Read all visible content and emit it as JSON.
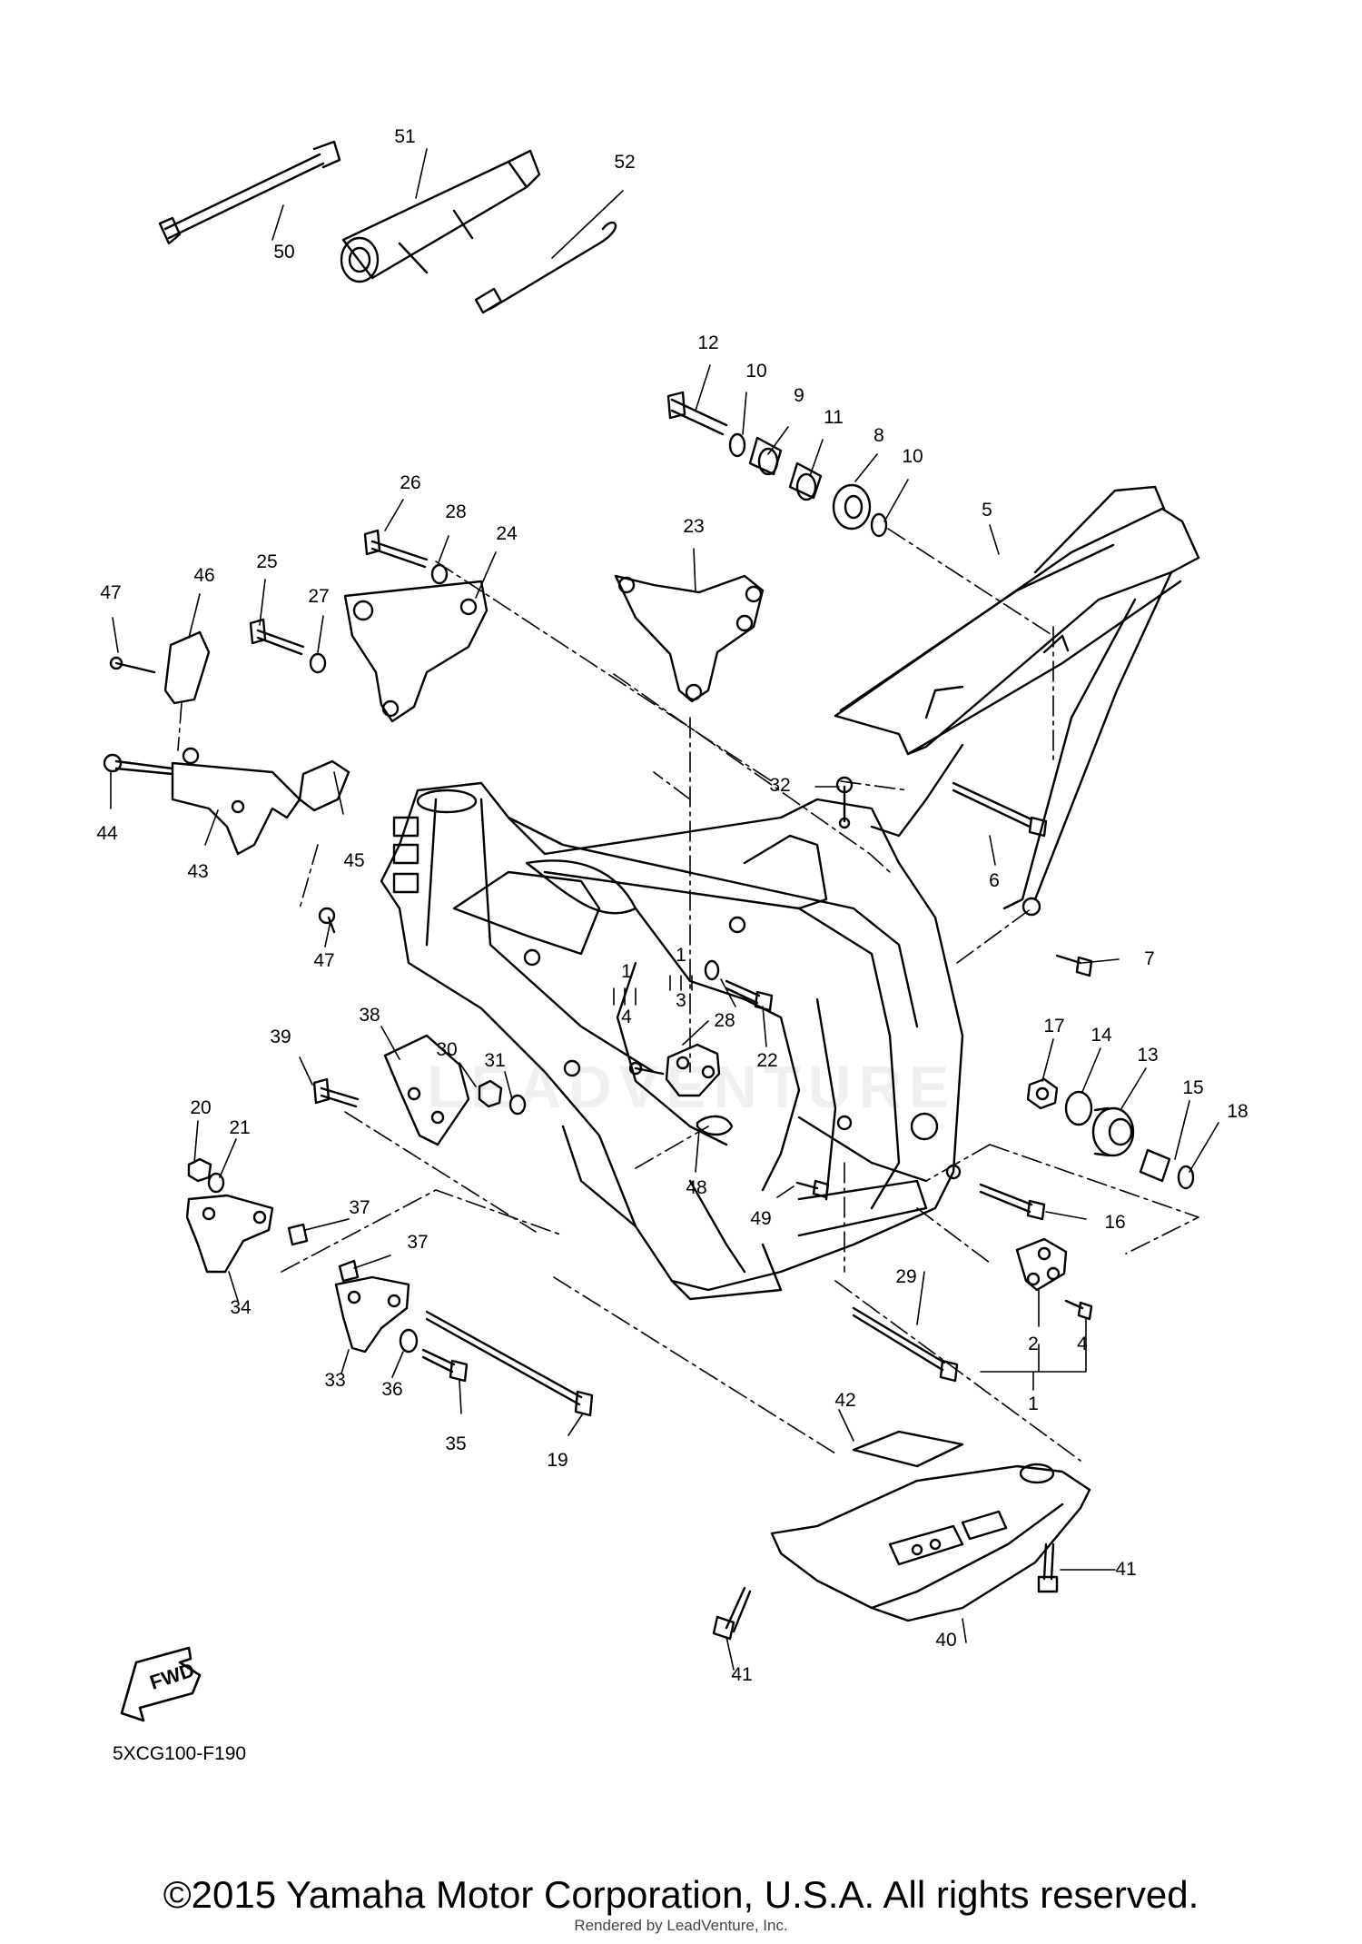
{
  "diagram": {
    "code": "5XCG100-F190",
    "fwd_label": "FWD",
    "watermark": "LEADVENTURE",
    "copyright": "©2015 Yamaha Motor Corporation, U.S.A. All rights reserved.",
    "render_credit": "Rendered by LeadVenture, Inc.",
    "callouts": [
      {
        "id": "50",
        "text": "50"
      },
      {
        "id": "51",
        "text": "51"
      },
      {
        "id": "52",
        "text": "52"
      },
      {
        "id": "12",
        "text": "12"
      },
      {
        "id": "10a",
        "text": "10"
      },
      {
        "id": "9",
        "text": "9"
      },
      {
        "id": "11",
        "text": "11"
      },
      {
        "id": "8",
        "text": "8"
      },
      {
        "id": "10b",
        "text": "10"
      },
      {
        "id": "5",
        "text": "5"
      },
      {
        "id": "26",
        "text": "26"
      },
      {
        "id": "28a",
        "text": "28"
      },
      {
        "id": "24",
        "text": "24"
      },
      {
        "id": "23",
        "text": "23"
      },
      {
        "id": "47a",
        "text": "47"
      },
      {
        "id": "46",
        "text": "46"
      },
      {
        "id": "25",
        "text": "25"
      },
      {
        "id": "27",
        "text": "27"
      },
      {
        "id": "44",
        "text": "44"
      },
      {
        "id": "43",
        "text": "43"
      },
      {
        "id": "45",
        "text": "45"
      },
      {
        "id": "47b",
        "text": "47"
      },
      {
        "id": "32",
        "text": "32"
      },
      {
        "id": "6",
        "text": "6"
      },
      {
        "id": "7",
        "text": "7"
      },
      {
        "id": "1a",
        "text": "1"
      },
      {
        "id": "4a",
        "text": "4"
      },
      {
        "id": "1b",
        "text": "1"
      },
      {
        "id": "3",
        "text": "3"
      },
      {
        "id": "28b",
        "text": "28"
      },
      {
        "id": "22",
        "text": "22"
      },
      {
        "id": "17",
        "text": "17"
      },
      {
        "id": "14",
        "text": "14"
      },
      {
        "id": "13",
        "text": "13"
      },
      {
        "id": "15",
        "text": "15"
      },
      {
        "id": "18",
        "text": "18"
      },
      {
        "id": "39",
        "text": "39"
      },
      {
        "id": "38",
        "text": "38"
      },
      {
        "id": "30",
        "text": "30"
      },
      {
        "id": "31",
        "text": "31"
      },
      {
        "id": "20",
        "text": "20"
      },
      {
        "id": "21",
        "text": "21"
      },
      {
        "id": "37a",
        "text": "37"
      },
      {
        "id": "48",
        "text": "48"
      },
      {
        "id": "49",
        "text": "49"
      },
      {
        "id": "16",
        "text": "16"
      },
      {
        "id": "37b",
        "text": "37"
      },
      {
        "id": "34",
        "text": "34"
      },
      {
        "id": "29",
        "text": "29"
      },
      {
        "id": "2",
        "text": "2"
      },
      {
        "id": "4b",
        "text": "4"
      },
      {
        "id": "1c",
        "text": "1"
      },
      {
        "id": "33",
        "text": "33"
      },
      {
        "id": "36",
        "text": "36"
      },
      {
        "id": "35",
        "text": "35"
      },
      {
        "id": "19",
        "text": "19"
      },
      {
        "id": "42",
        "text": "42"
      },
      {
        "id": "41a",
        "text": "41"
      },
      {
        "id": "40",
        "text": "40"
      },
      {
        "id": "41b",
        "text": "41"
      }
    ]
  }
}
